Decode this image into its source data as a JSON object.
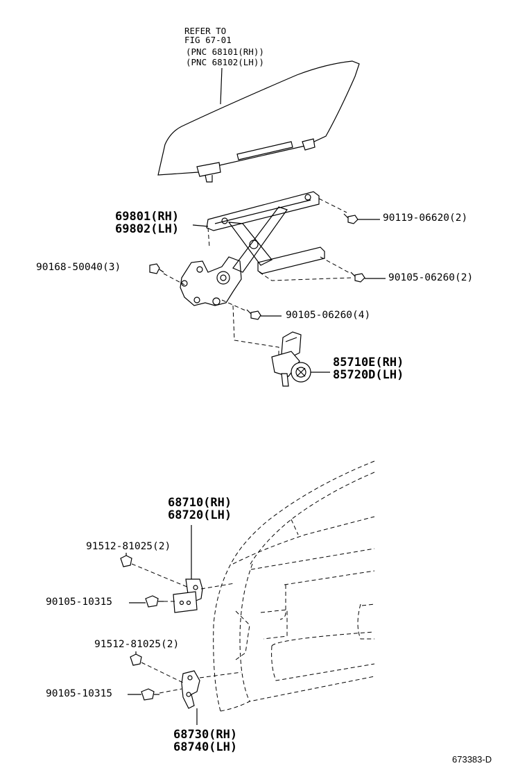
{
  "refer_note": {
    "line1": "REFER TO",
    "line2": "FIG 67-01",
    "line3": "(PNC 68101(RH))",
    "line4": "(PNC 68102(LH))"
  },
  "parts": {
    "regulator": {
      "rh": "69801(RH)",
      "lh": "69802(LH)"
    },
    "bolt_90119": "90119-06620(2)",
    "bolt_90168": "90168-50040(3)",
    "bolt_90105_a": "90105-06260(2)",
    "bolt_90105_b": "90105-06260(4)",
    "motor": {
      "rh": "85710E(RH)",
      "lh": "85720D(LH)"
    },
    "upper_hinge": {
      "rh": "68710(RH)",
      "lh": "68720(LH)"
    },
    "upper_hinge_bolt_a": "91512-81025(2)",
    "upper_hinge_bolt_b": "90105-10315",
    "lower_hinge_bolt_a": "91512-81025(2)",
    "lower_hinge_bolt_b": "90105-10315",
    "lower_hinge": {
      "rh": "68730(RH)",
      "lh": "68740(LH)"
    }
  },
  "diagram_id": "673383-D"
}
